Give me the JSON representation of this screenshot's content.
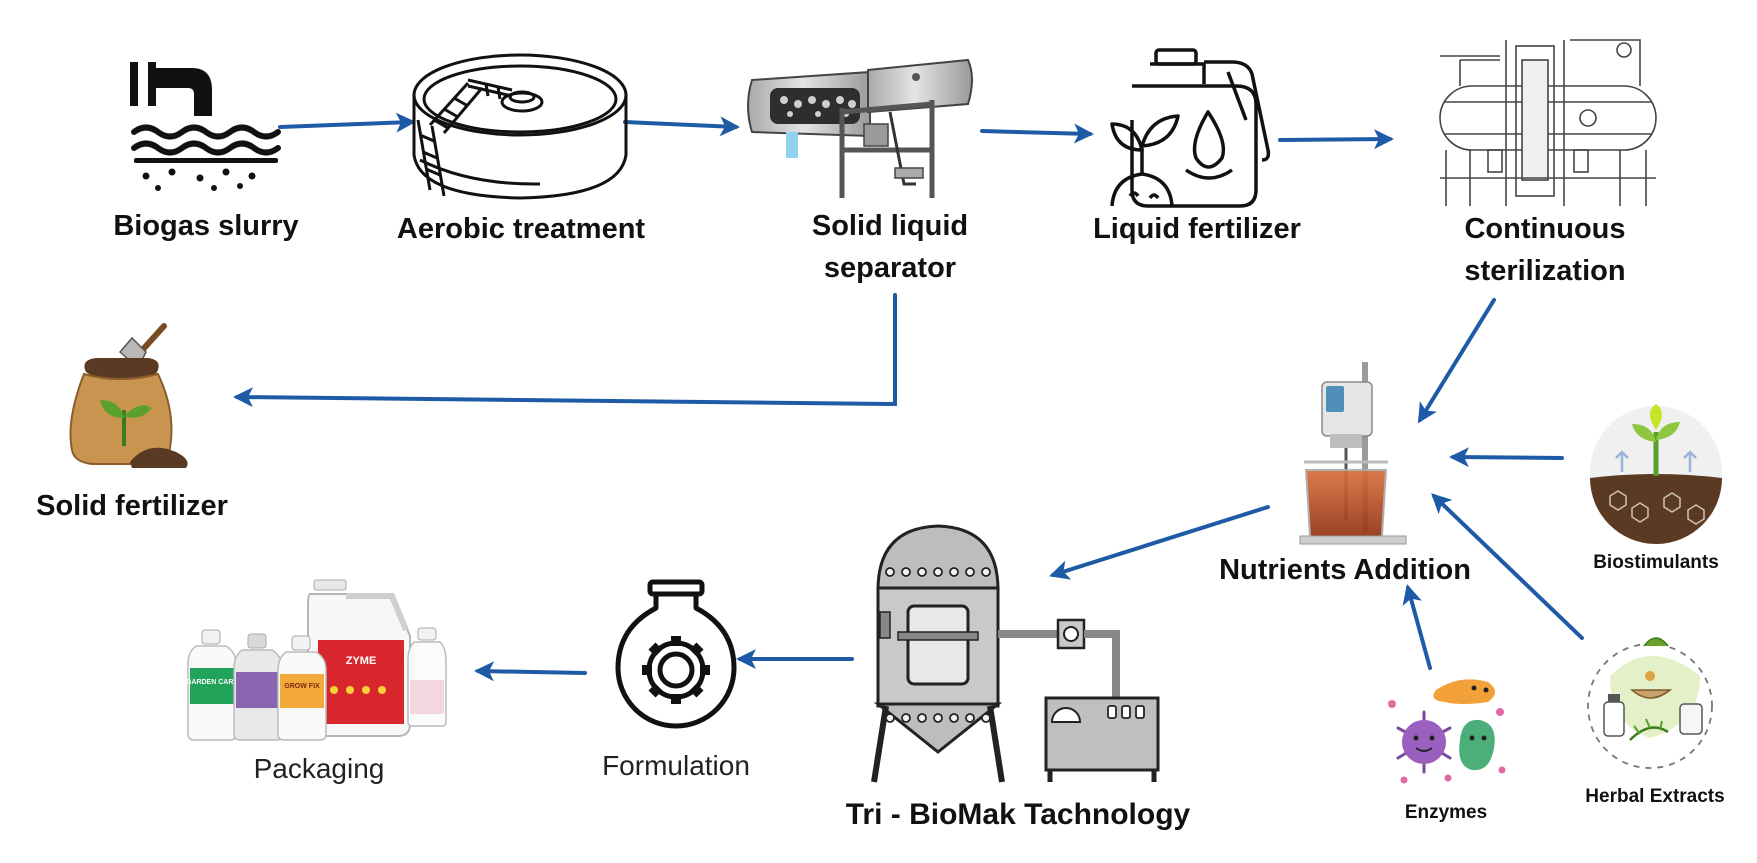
{
  "labels": {
    "biogas_slurry": "Biogas slurry",
    "aerobic_treatment": "Aerobic treatment",
    "solid_liquid_separator_1": "Solid liquid",
    "solid_liquid_separator_2": "separator",
    "liquid_fertilizer": "Liquid fertilizer",
    "continuous_sterilization_1": "Continuous",
    "continuous_sterilization_2": "sterilization",
    "solid_fertilizer": "Solid fertilizer",
    "nutrients_addition": "Nutrients Addition",
    "biostimulants": "Biostimulants",
    "herbal_extracts": "Herbal Extracts",
    "enzymes": "Enzymes",
    "tri_biomak": "Tri - BioMak Tachnology",
    "formulation": "Formulation",
    "packaging": "Packaging"
  },
  "products": {
    "bottle_1": "GARDEN CARE",
    "bottle_3": "GROW FIX",
    "jerrycan": "ZYME"
  },
  "colors": {
    "arrow": "#1f5aa6",
    "ink": "#111111",
    "steel": "#c9c9c9",
    "soil": "#5b3a24",
    "leaf": "#5aa02c",
    "sack": "#c8944f",
    "liquid": "#b5491f"
  },
  "icons": {
    "biogas_slurry": "pipe-waves-icon",
    "aerobic_treatment": "circular-tank-icon",
    "solid_liquid_separator": "screw-press-icon",
    "liquid_fertilizer": "jerrycan-plant-icon",
    "continuous_sterilization": "sterilizer-vessel-icon",
    "solid_fertilizer": "fertilizer-sack-icon",
    "nutrients_addition": "stirrer-beaker-icon",
    "biostimulants": "soil-sprout-icon",
    "herbal_extracts": "herbal-extract-icon",
    "enzymes": "microbes-icon",
    "tri_biomak": "fermenter-tank-icon",
    "formulation": "flask-gear-icon",
    "packaging": "product-bottles-icon"
  }
}
